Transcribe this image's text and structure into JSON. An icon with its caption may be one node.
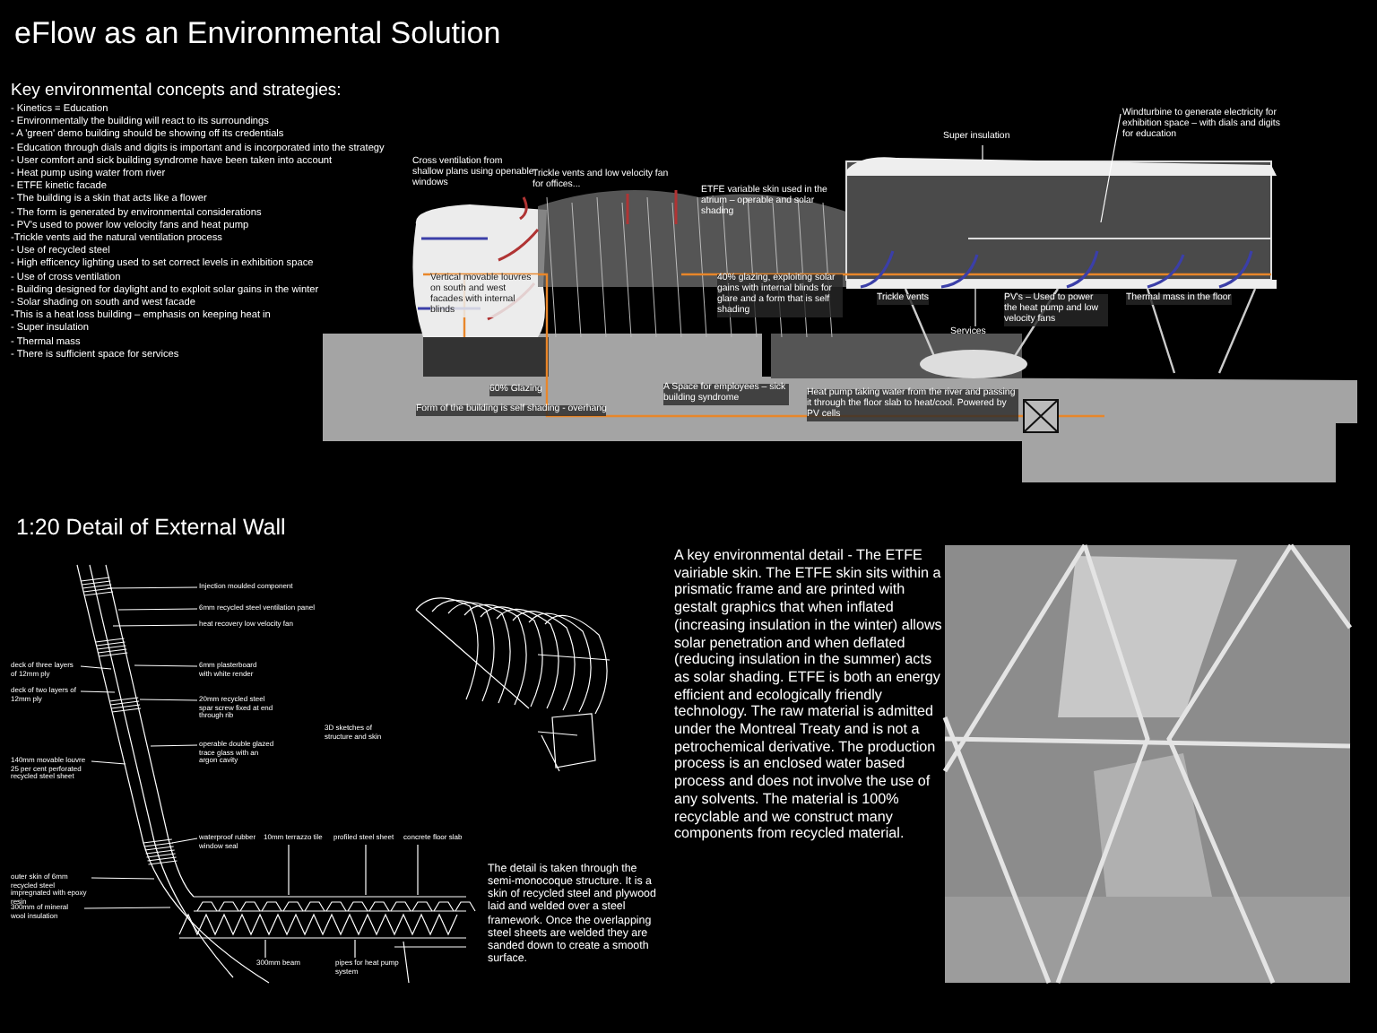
{
  "diagram": {
    "title": "eFlow as an Environmental Solution",
    "nodes": [
      {
        "text": [
          "Super insulation"
        ]
      },
      {
        "text": [
          "Windturbine to generate electricity for exhibition space – with dials and digits for education"
        ]
      },
      {
        "text": [
          "Services"
        ]
      },
      {
        "text": [
          "Injection moulded component"
        ]
      },
      {
        "text": [
          "6mm recycled steel ventilation panel"
        ]
      },
      {
        "text": [
          "heat recovery low velocity fan"
        ]
      },
      {
        "text": [
          "deck of three layers of 12mm ply"
        ]
      },
      {
        "text": [
          "6mm plasterboard with white render"
        ]
      },
      {
        "text": [
          "deck of two layers of 12mm ply"
        ]
      },
      {
        "text": [
          "20mm recycled steel spar screw fixed at end through rib"
        ]
      },
      {
        "text": [
          "operable double glazed trace glass with an argon cavity"
        ]
      },
      {
        "text": [
          "140mm movable louvre 25 per cent perforated recycled steel sheet"
        ]
      },
      {
        "text": [
          "waterproof rubber window seal"
        ]
      },
      {
        "text": [
          "10mm terrazzo tile"
        ]
      },
      {
        "text": [
          "profiled steel sheet"
        ]
      },
      {
        "text": [
          "concrete floor slab"
        ]
      },
      {
        "text": [
          "outer skin of 6mm recycled steel impregnated with epoxy resin"
        ]
      },
      {
        "text": [
          "300mm of mineral wool insulation"
        ]
      },
      {
        "text": [
          "300mm beam"
        ]
      },
      {
        "text": [
          "pipes for heat pump system"
        ]
      }
    ],
    "edges": [
      {
        "from": 0,
        "to": null,
        "arrow": "none"
      },
      {
        "from": 1,
        "to": null,
        "arrow": "none"
      },
      {
        "from": 2,
        "to": null,
        "arrow": "none"
      },
      {
        "from": 3,
        "to": null,
        "arrow": "none"
      },
      {
        "from": 4,
        "to": null,
        "arrow": "none"
      },
      {
        "from": 5,
        "to": null,
        "arrow": "none"
      },
      {
        "from": 6,
        "to": null,
        "arrow": "none"
      },
      {
        "from": 7,
        "to": null,
        "arrow": "none"
      },
      {
        "from": 8,
        "to": null,
        "arrow": "none"
      },
      {
        "from": 9,
        "to": null,
        "arrow": "none"
      },
      {
        "from": 10,
        "to": null,
        "arrow": "none"
      },
      {
        "from": 11,
        "to": null,
        "arrow": "none"
      },
      {
        "from": 12,
        "to": null,
        "arrow": "none"
      },
      {
        "from": 13,
        "to": null,
        "arrow": "none"
      },
      {
        "from": 14,
        "to": null,
        "arrow": "none"
      },
      {
        "from": 15,
        "to": null,
        "arrow": "none"
      },
      {
        "from": 16,
        "to": null,
        "arrow": "none"
      },
      {
        "from": 17,
        "to": null,
        "arrow": "none"
      },
      {
        "from": 18,
        "to": null,
        "arrow": "none"
      },
      {
        "from": 19,
        "to": null,
        "arrow": "none"
      }
    ],
    "labels": [
      "Key environmental concepts and strategies:",
      "- Kinetics = Education",
      "- Environmentally the building will react to its surroundings",
      "- A 'green' demo building should be showing off its credentials",
      "- Education through dials and digits is important and is incorporated into the strategy",
      "- User comfort and sick building syndrome have been taken into account",
      "- Heat pump using water from river",
      "- ETFE kinetic facade",
      "- The building is a skin that acts like a flower",
      "- The form is generated by environmental considerations",
      "- PV's used to power low velocity fans and heat pump",
      "-Trickle vents aid the natural ventilation process",
      "- Use of recycled steel",
      "- High efficency lighting used to set correct levels in exhibition space",
      "- Use of cross ventilation",
      "- Building designed for daylight and to exploit solar gains in the winter",
      "- Solar shading on south and west facade",
      "-This is a heat loss building – emphasis on keeping heat in",
      "- Super insulation",
      "- Thermal mass",
      "- There is sufficient space for services",
      "Cross ventilation from shallow plans using openable windows",
      "Trickle vents and low velocity fan for offices...",
      "ETFE variable skin used in the atrium – operable and solar shading",
      "Vertical movable louvres on south and west facades with internal blinds",
      "40% glazing, exploiting solar gains with internal blinds for glare and a form that is self shading",
      "Trickle vents",
      "PV's – Used to power the heat pump and low velocity fans",
      "Thermal mass in the floor",
      "60% Glazing",
      "Form of the building is self shading - overhang",
      "A Space for employees – sick building syndrome",
      "Heat pump taking water from the river and passing it through the floor slab to heat/cool. Powered by PV cells",
      "1:20 Detail of External Wall",
      "3D sketches of structure and skin",
      "The detail is taken through the semi-monocoque structure. It is a skin of recycled steel and plywood laid and welded over a steel framework. Once the overlapping steel sheets are welded they are sanded down to create a smooth surface.",
      "A key environmental detail - The ETFE vairiable skin. The ETFE skin sits within a prismatic frame and are printed with gestalt graphics that when inflated (increasing insulation in the winter) allows solar penetration and when deflated (reducing insulation in the summer) acts as solar shading. ETFE is both an energy efficient and ecologically friendly technology. The raw material is admitted under the Montreal Treaty and is not a petrochemical derivative. The production process is an enclosed water based process and does not involve the use of any solvents. The material is 100% recyclable and we construct many components from recycled material."
    ]
  }
}
